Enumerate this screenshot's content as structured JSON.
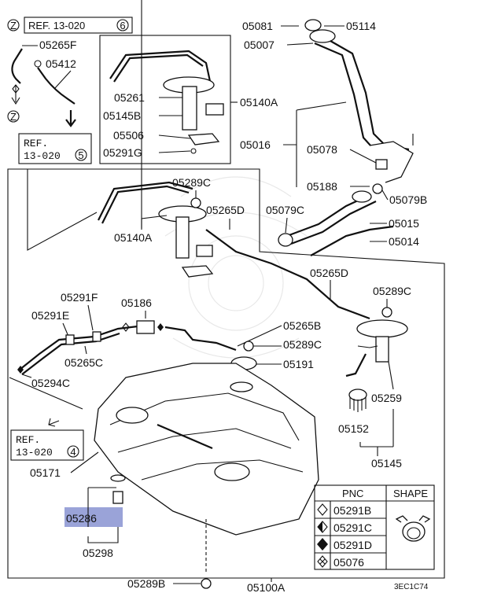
{
  "ref_top": "REF. 13-020",
  "ref_top_num": "6",
  "ref_left_line1": "REF.",
  "ref_left_line2": "13-020",
  "ref_left_num": "5",
  "ref_bottom_line1": "REF.",
  "ref_bottom_line2": "13-020",
  "ref_bottom_num": "4",
  "z_mark": "Z",
  "parts": {
    "p05265F": "05265F",
    "p05412": "05412",
    "p05261": "05261",
    "p05145B": "05145B",
    "p05506": "05506",
    "p05291G": "05291G",
    "p05140A_top": "05140A",
    "p05081": "05081",
    "p05114": "05114",
    "p05007": "05007",
    "p05016": "05016",
    "p05078": "05078",
    "p05188": "05188",
    "p05079B": "05079B",
    "p05079C": "05079C",
    "p05015": "05015",
    "p05014": "05014",
    "p05289C_a": "05289C",
    "p05265D_a": "05265D",
    "p05140A_mid": "05140A",
    "p05265D_b": "05265D",
    "p05289C_b": "05289C",
    "p05291F": "05291F",
    "p05186": "05186",
    "p05291E": "05291E",
    "p05265B": "05265B",
    "p05289C_c": "05289C",
    "p05265C": "05265C",
    "p05191": "05191",
    "p05294C": "05294C",
    "p05259": "05259",
    "p05152": "05152",
    "p05145": "05145",
    "p05171": "05171",
    "p05286": "05286",
    "p05298": "05298",
    "p05289B": "05289B",
    "p05100A": "05100A"
  },
  "table": {
    "header_pnc": "PNC",
    "header_shape": "SHAPE",
    "rows": [
      "05291B",
      "05291C",
      "05291D",
      "05076"
    ]
  },
  "code": "3EC1C74",
  "highlight_color": "#9aa3d8"
}
